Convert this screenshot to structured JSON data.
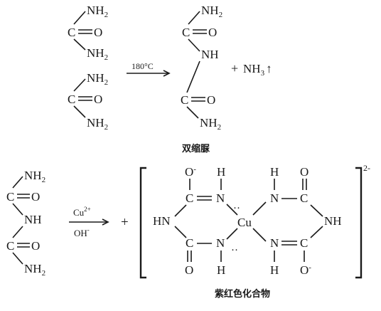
{
  "reaction1": {
    "urea_top": {
      "nh2": "NH",
      "sub": "2",
      "c": "C",
      "o": "O"
    },
    "urea_bottom": {
      "nh2": "NH",
      "sub": "2",
      "c": "C",
      "o": "O"
    },
    "arrow_condition": "180°C",
    "biuret": {
      "nh2": "NH",
      "sub": "2",
      "c": "C",
      "o": "O",
      "nh": "NH"
    },
    "plus": "+",
    "ammonia": {
      "nh": "NH",
      "sub": "3",
      "gas_arrow": "↑"
    },
    "product_label": "双缩脲"
  },
  "reaction2": {
    "biuret": {
      "nh2": "NH",
      "sub": "2",
      "c": "C",
      "o": "O",
      "nh": "NH"
    },
    "reagent_top": "Cu",
    "reagent_top_sup": "2+",
    "reagent_bottom": "OH",
    "reagent_bottom_sup": "-",
    "plus": "+",
    "complex": {
      "o_minus": "O",
      "minus": "-",
      "h": "H",
      "n": "N",
      "c": "C",
      "o": "O",
      "hn": "HN",
      "nh": "NH",
      "cu": "Cu",
      "lone_pair": "··",
      "charge": "2-"
    },
    "product_label": "紫红色化合物"
  }
}
